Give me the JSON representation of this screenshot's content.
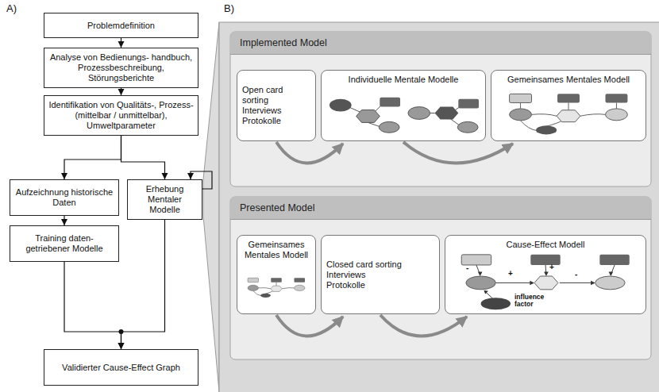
{
  "diagram": {
    "nodes": [
      {
        "text": [
          "Problemdefinition"
        ]
      },
      {
        "text": [
          "Analyse von Bedienungs- handbuch, Prozessbeschreibung, Störungsberichte"
        ]
      },
      {
        "text": [
          "Identifikation von Qualitäts-, Prozess- (mittelbar / unmittelbar), Umweltparameter"
        ]
      },
      {
        "text": [
          "Aufzeichnung historische Daten"
        ]
      },
      {
        "text": [
          "Erhebung Mentaler Modelle"
        ]
      },
      {
        "text": [
          "Training daten- getriebener Modelle"
        ]
      },
      {
        "text": [
          "Validierter Cause-Effect Graph"
        ]
      },
      {
        "text": [
          "Implemented Model"
        ]
      },
      {
        "text": [
          "Open card sorting",
          "Interviews",
          "Protokolle"
        ],
        "in": 7
      },
      {
        "text": [
          "Individuelle Mentale Modelle"
        ],
        "in": 7
      },
      {
        "text": [
          "Gemeinsames Mentales Modell"
        ],
        "in": 7
      },
      {
        "text": [
          "Presented Model"
        ]
      },
      {
        "text": [
          "Gemeinsames Mentales Modell"
        ],
        "in": 11
      },
      {
        "text": [
          "Closed card sorting",
          "Interviews",
          "Protokolle"
        ],
        "in": 11
      },
      {
        "text": [
          "Cause-Effect Modell"
        ],
        "in": 11
      }
    ],
    "edges": [
      {
        "from": 0,
        "to": 1,
        "arrow": "to"
      },
      {
        "from": 1,
        "to": 2,
        "arrow": "to"
      },
      {
        "from": 2,
        "to": 3,
        "arrow": "to"
      },
      {
        "from": 2,
        "to": 4,
        "arrow": "to"
      },
      {
        "from": 4,
        "to": 4,
        "arrow": "to"
      },
      {
        "from": 3,
        "to": 5,
        "arrow": "to"
      },
      {
        "from": 5,
        "to": 6,
        "arrow": "to"
      },
      {
        "from": 4,
        "to": 6,
        "arrow": "to"
      },
      {
        "from": 8,
        "to": 9,
        "arrow": "to"
      },
      {
        "from": 9,
        "to": 10,
        "arrow": "to"
      },
      {
        "from": 12,
        "to": 13,
        "arrow": "to"
      },
      {
        "from": 13,
        "to": 14,
        "arrow": "to"
      }
    ],
    "labels": [
      "A)",
      "B)",
      "-",
      "+",
      "+",
      "-",
      "influence factor"
    ]
  }
}
